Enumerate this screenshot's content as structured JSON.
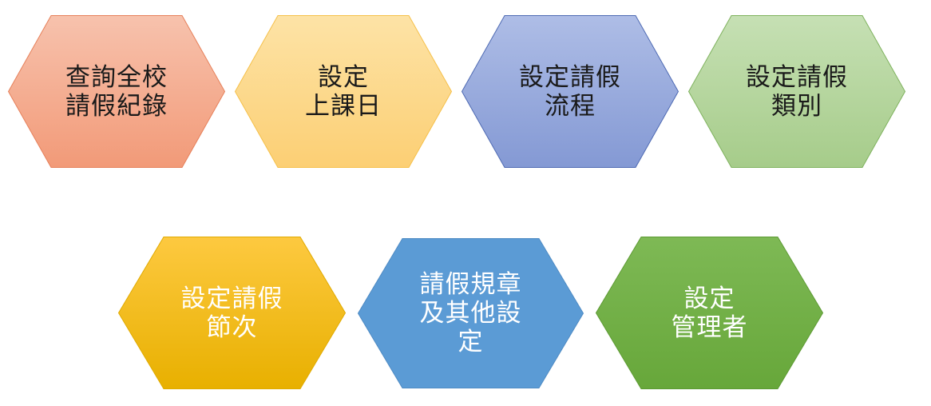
{
  "shapes": [
    {
      "id": "query-school-leave-records",
      "lines": [
        "查詢全校",
        "請假紀錄"
      ],
      "fill_top": "#f7c2ad",
      "fill_bottom": "#f29a78",
      "stroke": "#e6805a",
      "text_color": "#1a1a1a"
    },
    {
      "id": "set-school-days",
      "lines": [
        "設定",
        "上課日"
      ],
      "fill_top": "#fde3a6",
      "fill_bottom": "#fccf74",
      "stroke": "#f5c04a",
      "text_color": "#1a1a1a"
    },
    {
      "id": "set-leave-flow",
      "lines": [
        "設定請假",
        "流程"
      ],
      "fill_top": "#aebde6",
      "fill_bottom": "#8499d4",
      "stroke": "#4e6ab3",
      "text_color": "#1a1a1a"
    },
    {
      "id": "set-leave-type",
      "lines": [
        "設定請假",
        "類別"
      ],
      "fill_top": "#c6e0b4",
      "fill_bottom": "#a6cc8a",
      "stroke": "#7fb25e",
      "text_color": "#1a1a1a"
    },
    {
      "id": "set-leave-periods",
      "lines": [
        "設定請假",
        "節次"
      ],
      "fill_top": "#fdc940",
      "fill_bottom": "#e8b000",
      "stroke": "#e0aa00",
      "text_color": "#ffffff"
    },
    {
      "id": "leave-rules-and-other-settings",
      "lines": [
        "請假規章",
        "及其他設",
        "定"
      ],
      "fill_top": "#5b9bd5",
      "fill_bottom": "#5b9bd5",
      "stroke": "#4f8bc4",
      "text_color": "#ffffff"
    },
    {
      "id": "set-administrator",
      "lines": [
        "設定",
        "管理者"
      ],
      "fill_top": "#7eb955",
      "fill_bottom": "#67a73a",
      "stroke": "#5d9a33",
      "text_color": "#ffffff"
    }
  ]
}
